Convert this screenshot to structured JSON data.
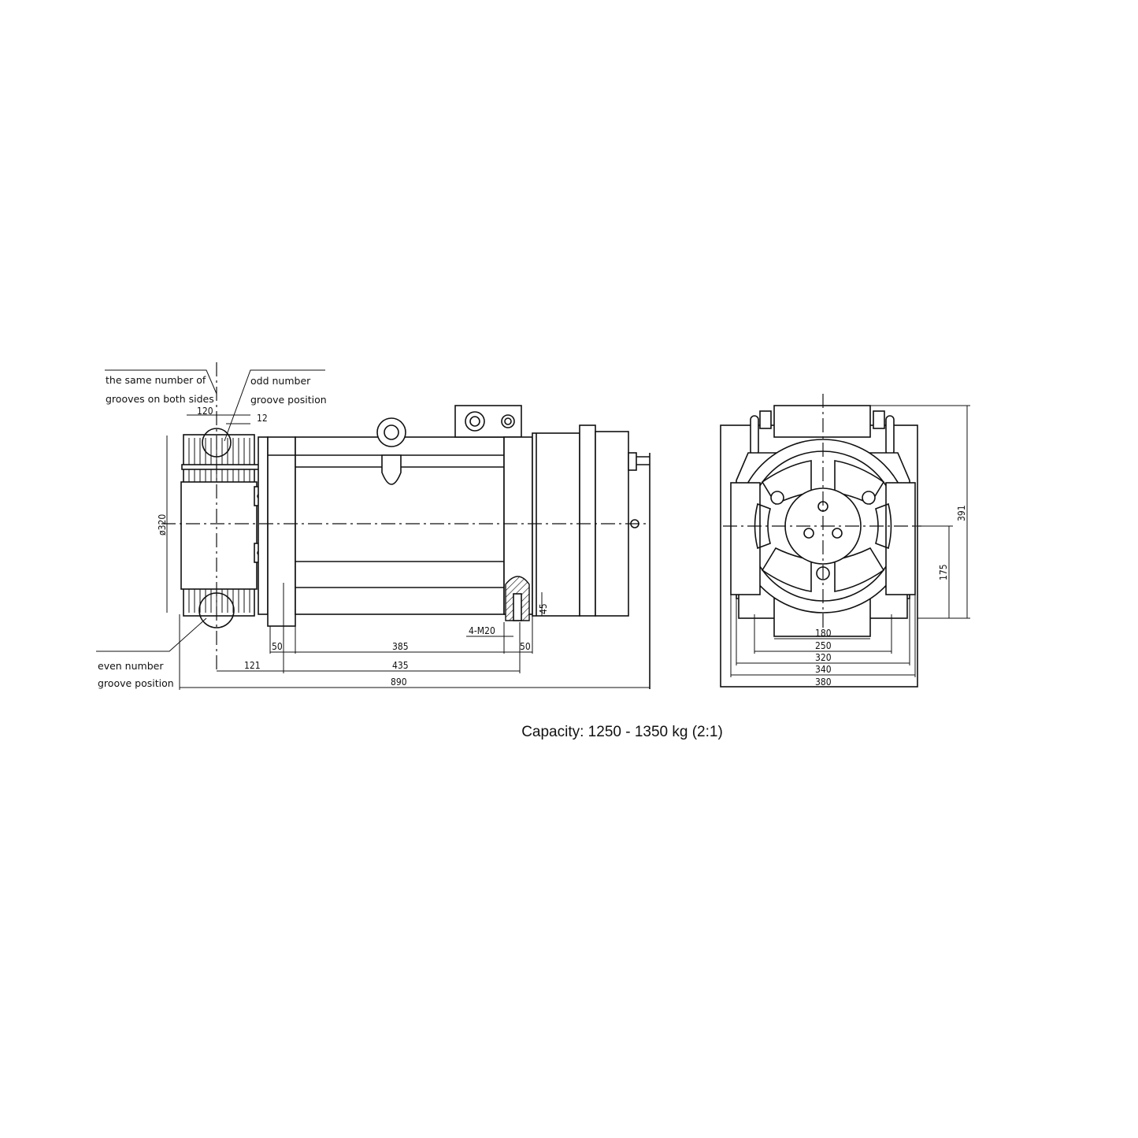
{
  "notes": {
    "same_grooves_line1": "the same number of",
    "same_grooves_line2": "grooves on both sides",
    "odd_line1": "odd number",
    "odd_line2": "groove position",
    "even_line1": "even number",
    "even_line2": "groove position"
  },
  "side_view_dims": {
    "sheave_width": "120",
    "groove_pitch": "12",
    "diameter": "ø320",
    "d50_left": "50",
    "d385": "385",
    "d50_right": "50",
    "d121": "121",
    "d435": "435",
    "d890": "890",
    "thread": "4-M20",
    "d45": "45"
  },
  "front_view_dims": {
    "d180": "180",
    "d250": "250",
    "d320": "320",
    "d340": "340",
    "d380": "380",
    "d391": "391",
    "d175": "175"
  },
  "caption": "Capacity: 1250 - 1350 kg (2:1)"
}
